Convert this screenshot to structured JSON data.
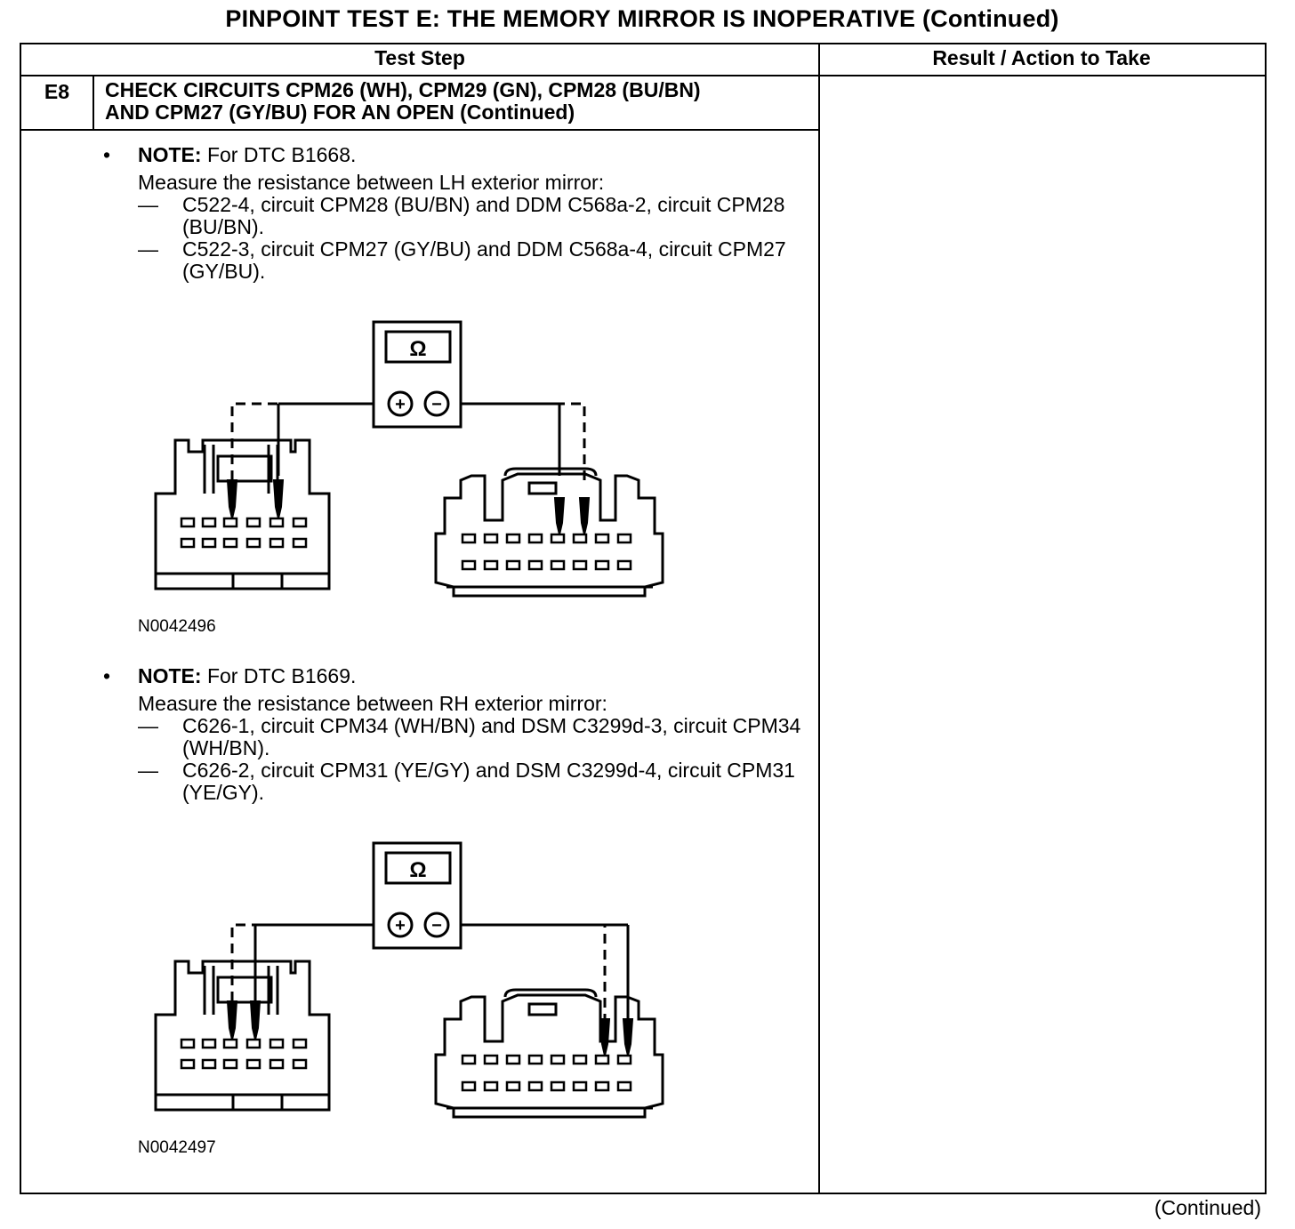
{
  "header": {
    "title": "PINPOINT TEST E: THE MEMORY MIRROR IS INOPERATIVE (Continued)"
  },
  "table": {
    "col_test_step": "Test Step",
    "col_result": "Result / Action to Take"
  },
  "step": {
    "id": "E8",
    "title_line1": "CHECK CIRCUITS CPM26 (WH), CPM29 (GN), CPM28 (BU/BN)",
    "title_line2": "AND CPM27 (GY/BU) FOR AN OPEN (Continued)"
  },
  "notes": [
    {
      "bullet": "•",
      "note_label": "NOTE:",
      "note_text": " For DTC B1668.",
      "measure": "Measure the resistance between LH exterior mirror:",
      "dash": "—",
      "items": [
        {
          "text": "C522-4, circuit CPM28 (BU/BN) and DDM C568a-2, circuit CPM28 (BU/BN)."
        },
        {
          "text": "C522-3, circuit CPM27 (GY/BU) and DDM C568a-4, circuit CPM27 (GY/BU)."
        }
      ],
      "figure": {
        "meter_symbol": "Ω",
        "plus": "+",
        "minus": "−",
        "code": "N0042496"
      }
    },
    {
      "bullet": "•",
      "note_label": "NOTE:",
      "note_text": " For DTC B1669.",
      "measure": "Measure the resistance between RH exterior mirror:",
      "dash": "—",
      "items": [
        {
          "text": "C626-1, circuit CPM34 (WH/BN) and DSM C3299d-3, circuit CPM34 (WH/BN)."
        },
        {
          "text": "C626-2, circuit CPM31 (YE/GY) and DSM C3299d-4, circuit CPM31 (YE/GY)."
        }
      ],
      "figure": {
        "meter_symbol": "Ω",
        "plus": "+",
        "minus": "−",
        "code": "N0042497"
      }
    }
  ],
  "footer": {
    "continued": "(Continued)"
  }
}
